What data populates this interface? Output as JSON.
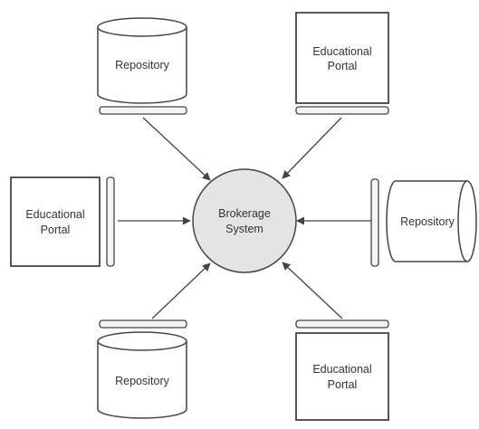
{
  "diagram": {
    "center": {
      "label_line1": "Brokerage",
      "label_line2": "System"
    },
    "nodes": [
      {
        "id": "top-left",
        "type": "repository",
        "label_line1": "Repository",
        "label_line2": ""
      },
      {
        "id": "top-right",
        "type": "portal",
        "label_line1": "Educational",
        "label_line2": "Portal"
      },
      {
        "id": "mid-left",
        "type": "portal",
        "label_line1": "Educational",
        "label_line2": "Portal"
      },
      {
        "id": "mid-right",
        "type": "repository",
        "label_line1": "Repository",
        "label_line2": ""
      },
      {
        "id": "bottom-left",
        "type": "repository",
        "label_line1": "Repository",
        "label_line2": ""
      },
      {
        "id": "bottom-right",
        "type": "portal",
        "label_line1": "Educational",
        "label_line2": "Portal"
      }
    ],
    "edges": [
      {
        "from": "top-left",
        "to": "center"
      },
      {
        "from": "top-right",
        "to": "center"
      },
      {
        "from": "mid-left",
        "to": "center"
      },
      {
        "from": "mid-right",
        "to": "center"
      },
      {
        "from": "bottom-left",
        "to": "center"
      },
      {
        "from": "bottom-right",
        "to": "center"
      }
    ],
    "colors": {
      "stroke": "#444444",
      "center_fill": "#e4e4e4",
      "node_fill": "#ffffff",
      "connector_fill": "#f4f4f4"
    }
  }
}
